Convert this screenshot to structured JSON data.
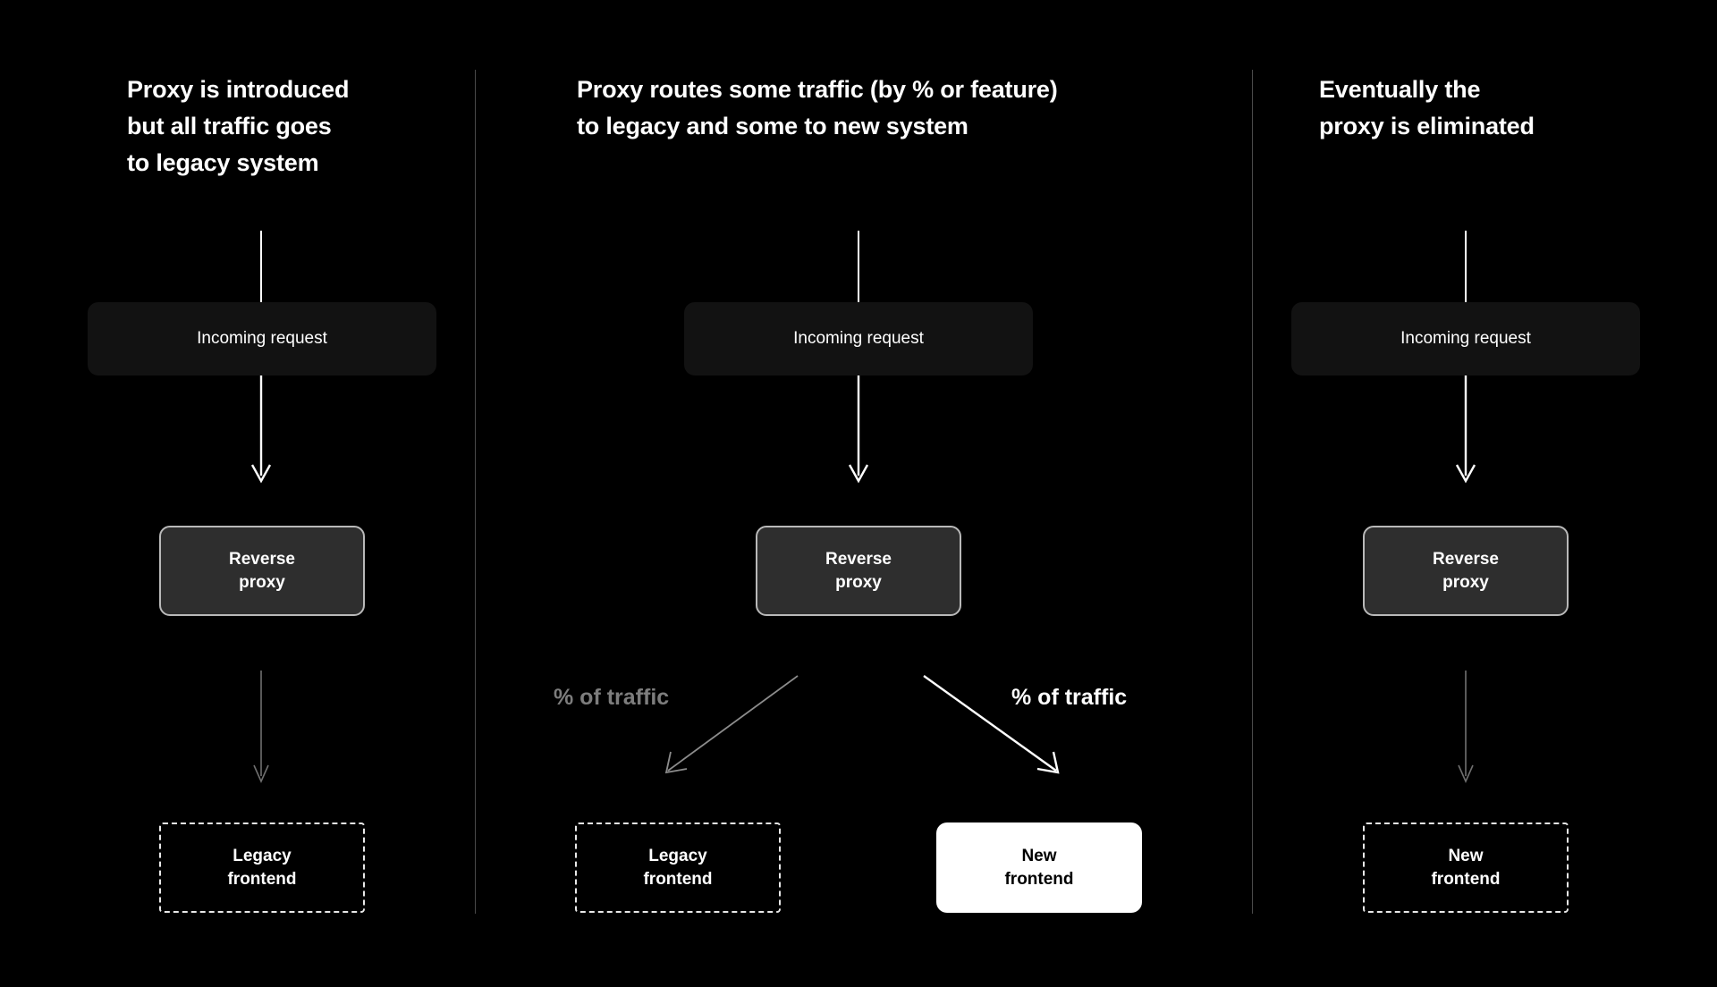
{
  "canvas": {
    "background": "#000000",
    "divider_color": "#4a4a4a"
  },
  "palette": {
    "background": "#000000",
    "text_primary": "#ffffff",
    "text_dim": "#7d7d7d",
    "incoming_box_fill": "#121212",
    "proxy_box_fill": "#2e2e2e",
    "proxy_box_border": "#b9b9b9",
    "arrow_bright": "#ffffff",
    "arrow_dim": "#707070",
    "new_frontend_fill": "#ffffff",
    "new_frontend_text": "#000000"
  },
  "columns": [
    {
      "id": "stage-1",
      "heading": "Proxy is introduced\nbut all traffic goes\nto legacy system",
      "nodes": {
        "incoming": "Incoming request",
        "proxy": "Reverse\nproxy",
        "frontend": "Legacy\nfrontend"
      },
      "frontend_style": "dashed-dim",
      "proxy_to_frontend_arrow": "dim"
    },
    {
      "id": "stage-2",
      "heading": "Proxy routes some traffic (by % or feature)\nto legacy and some to new system",
      "nodes": {
        "incoming": "Incoming request",
        "proxy": "Reverse\nproxy",
        "frontend_left": "Legacy\nfrontend",
        "frontend_right": "New\nfrontend"
      },
      "branch_label_left": "% of traffic",
      "branch_label_right": "% of traffic",
      "branch_left_style": "dim",
      "branch_right_style": "bright",
      "frontend_left_style": "dashed-dim",
      "frontend_right_style": "solid-white"
    },
    {
      "id": "stage-3",
      "heading": "Eventually the\nproxy is eliminated",
      "nodes": {
        "incoming": "Incoming request",
        "proxy": "Reverse\nproxy",
        "frontend": "New\nfrontend"
      },
      "frontend_style": "dashed-dim",
      "proxy_to_frontend_arrow": "dim"
    }
  ]
}
